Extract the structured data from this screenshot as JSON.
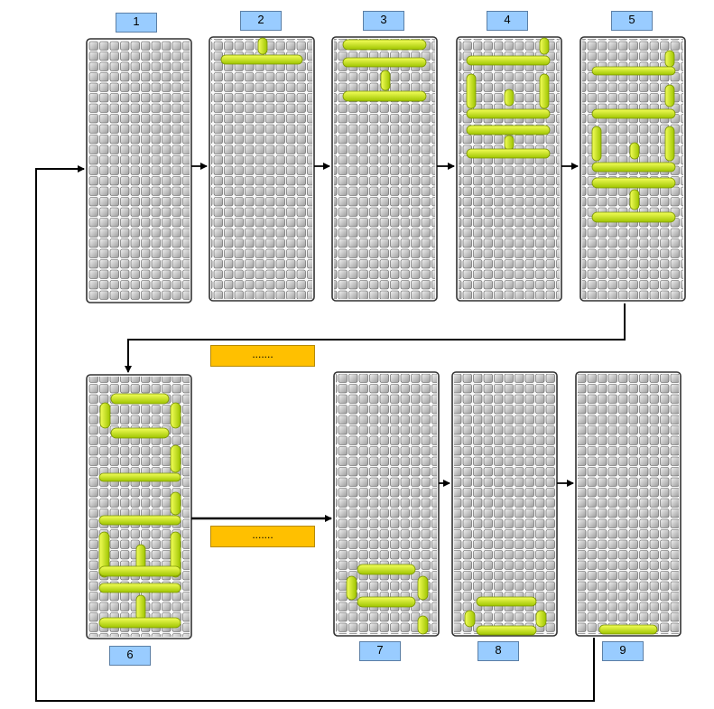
{
  "diagram": {
    "colors": {
      "cell_light": "#f2f2f2",
      "cell_dark": "#9a9a9a",
      "grid_border": "#333333",
      "bar_light": "#f4ff5a",
      "bar_dark": "#9ec400",
      "label_fill": "#99CCFF",
      "note_fill": "#FFC000",
      "connector": "#000000"
    },
    "labels": [
      "1",
      "2",
      "3",
      "4",
      "5",
      "6",
      "7",
      "8",
      "9"
    ],
    "notes": [
      ".......",
      "......."
    ]
  }
}
